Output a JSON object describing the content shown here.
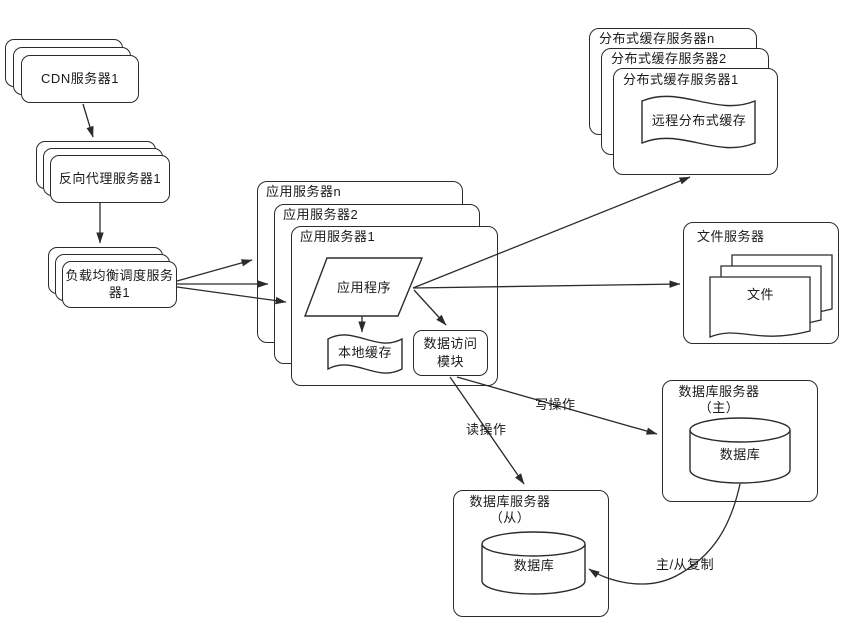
{
  "colors": {
    "line": "#2b2b2b",
    "node_fill": "#ffffff",
    "text": "#1a1a1a",
    "background": "#ffffff"
  },
  "nodes": {
    "cdn": {
      "label": "CDN服务器1"
    },
    "reverse_proxy": {
      "label": "反向代理服务器1"
    },
    "load_balancer": {
      "label": "负载均衡调度服务器1"
    },
    "app_stack": {
      "back": "应用服务器n",
      "middle": "应用服务器2",
      "front": "应用服务器1"
    },
    "application": {
      "label": "应用程序"
    },
    "local_cache": {
      "label": "本地缓存"
    },
    "data_access": {
      "line1": "数据访问",
      "line2": "模块"
    },
    "dist_cache_stack": {
      "back": "分布式缓存服务器n",
      "middle": "分布式缓存服务器2",
      "front": "分布式缓存服务器1"
    },
    "remote_cache": {
      "label": "远程分布式缓存"
    },
    "file_server": {
      "label": "文件服务器",
      "files_label": "文件"
    },
    "db_master": {
      "title": "数据库服务器",
      "role": "（主）",
      "db_label": "数据库"
    },
    "db_slave": {
      "title": "数据库服务器",
      "role": "（从）",
      "db_label": "数据库"
    }
  },
  "edges": {
    "write_label": "写操作",
    "read_label": "读操作",
    "replication_label": "主/从复制"
  }
}
